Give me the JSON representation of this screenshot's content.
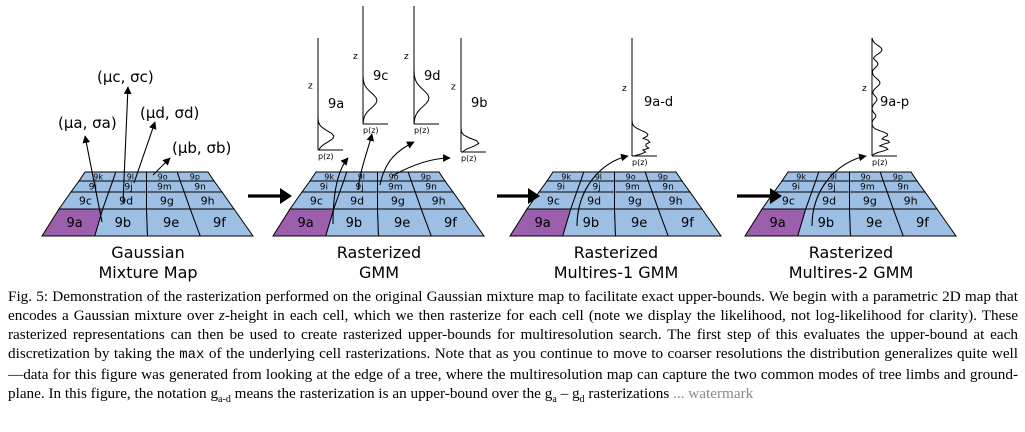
{
  "colors": {
    "cell_blue": "#9dbfe3",
    "cell_purple": "#9b5fae",
    "stroke": "#000000"
  },
  "grid_rows": [
    [
      "9k",
      "9l",
      "9o",
      "9p"
    ],
    [
      "9i",
      "9j",
      "9m",
      "9n"
    ],
    [
      "9c",
      "9d",
      "9g",
      "9h"
    ],
    [
      "9a",
      "9b",
      "9e",
      "9f"
    ]
  ],
  "panels": [
    {
      "title_line1": "Gaussian",
      "title_line2": "Mixture Map"
    },
    {
      "title_line1": "Rasterized",
      "title_line2": "GMM"
    },
    {
      "title_line1": "Rasterized",
      "title_line2": "Multires-1 GMM"
    },
    {
      "title_line1": "Rasterized",
      "title_line2": "Multires-2 GMM"
    }
  ],
  "panel1_params": [
    "(μc, σc)",
    "(μd, σd)",
    "(μa, σa)",
    "(μb, σb)"
  ],
  "panel2_plots": [
    {
      "name": "9a",
      "z": "z",
      "p": "p(z)"
    },
    {
      "name": "9c",
      "z": "z",
      "p": "p(z)"
    },
    {
      "name": "9d",
      "z": "z",
      "p": "p(z)"
    },
    {
      "name": "9b",
      "z": "z",
      "p": "p(z)"
    }
  ],
  "panel3_plot": {
    "name": "9a-d",
    "z": "z",
    "p": "p(z)"
  },
  "panel4_plot": {
    "name": "9a-p",
    "z": "z",
    "p": "p(z)"
  },
  "caption": {
    "s1": "Fig. 5: Demonstration of the rasterization performed on the original Gaussian mixture map to facilitate exact upper-bounds. We begin with a parametric 2D map that encodes a Gaussian mixture over ",
    "z_var": "z",
    "s2": "-height in each cell, which we then rasterize for each cell (note we display the likelihood, not log-likelihood for clarity). These rasterized representations can then be used to create rasterized upper-bounds for multiresolution search. The first step of this evaluates the upper-bound at each discretization by taking the ",
    "max_word": "max",
    "s3": " of the underlying cell rasterizations. Note that as you continue to move to coarser resolutions the distribution generalizes quite well—data for this figure was generated from looking at the edge of a tree, where the multiresolution map can capture the two common modes of tree limbs and ground-plane. In this figure, the notation g",
    "sub_ad": "a-d",
    "s4": " means the rasterization is an upper-bound over the g",
    "sub_a": "a",
    "dash": " – g",
    "sub_d": "d",
    "s5": " rasterizations",
    "watermark": " ... watermark"
  }
}
